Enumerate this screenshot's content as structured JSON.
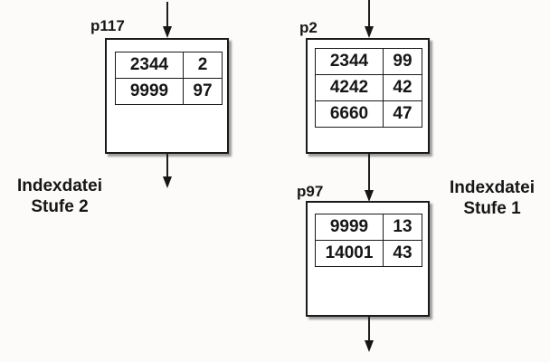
{
  "diagram_title": "index-file-structure",
  "colors": {
    "background": "#fcfbf9",
    "box_fill": "#ffffff",
    "line": "#1a1a1a",
    "shadow": "rgba(40,40,40,0.45)"
  },
  "labels": {
    "left": {
      "line1": "Indexdatei",
      "line2": "Stufe 2"
    },
    "right": {
      "line1": "Indexdatei",
      "line2": "Stufe 1"
    }
  },
  "nodes": {
    "p117": {
      "name": "p117",
      "rows": [
        {
          "key": "2344",
          "ptr": "2"
        },
        {
          "key": "9999",
          "ptr": "97"
        }
      ]
    },
    "p2": {
      "name": "p2",
      "rows": [
        {
          "key": "2344",
          "ptr": "99"
        },
        {
          "key": "4242",
          "ptr": "42"
        },
        {
          "key": "6660",
          "ptr": "47"
        }
      ]
    },
    "p97": {
      "name": "p97",
      "rows": [
        {
          "key": "9999",
          "ptr": "13"
        },
        {
          "key": "14001",
          "ptr": "43"
        }
      ]
    }
  },
  "icons": {
    "arrow_head": "arrow-down"
  }
}
